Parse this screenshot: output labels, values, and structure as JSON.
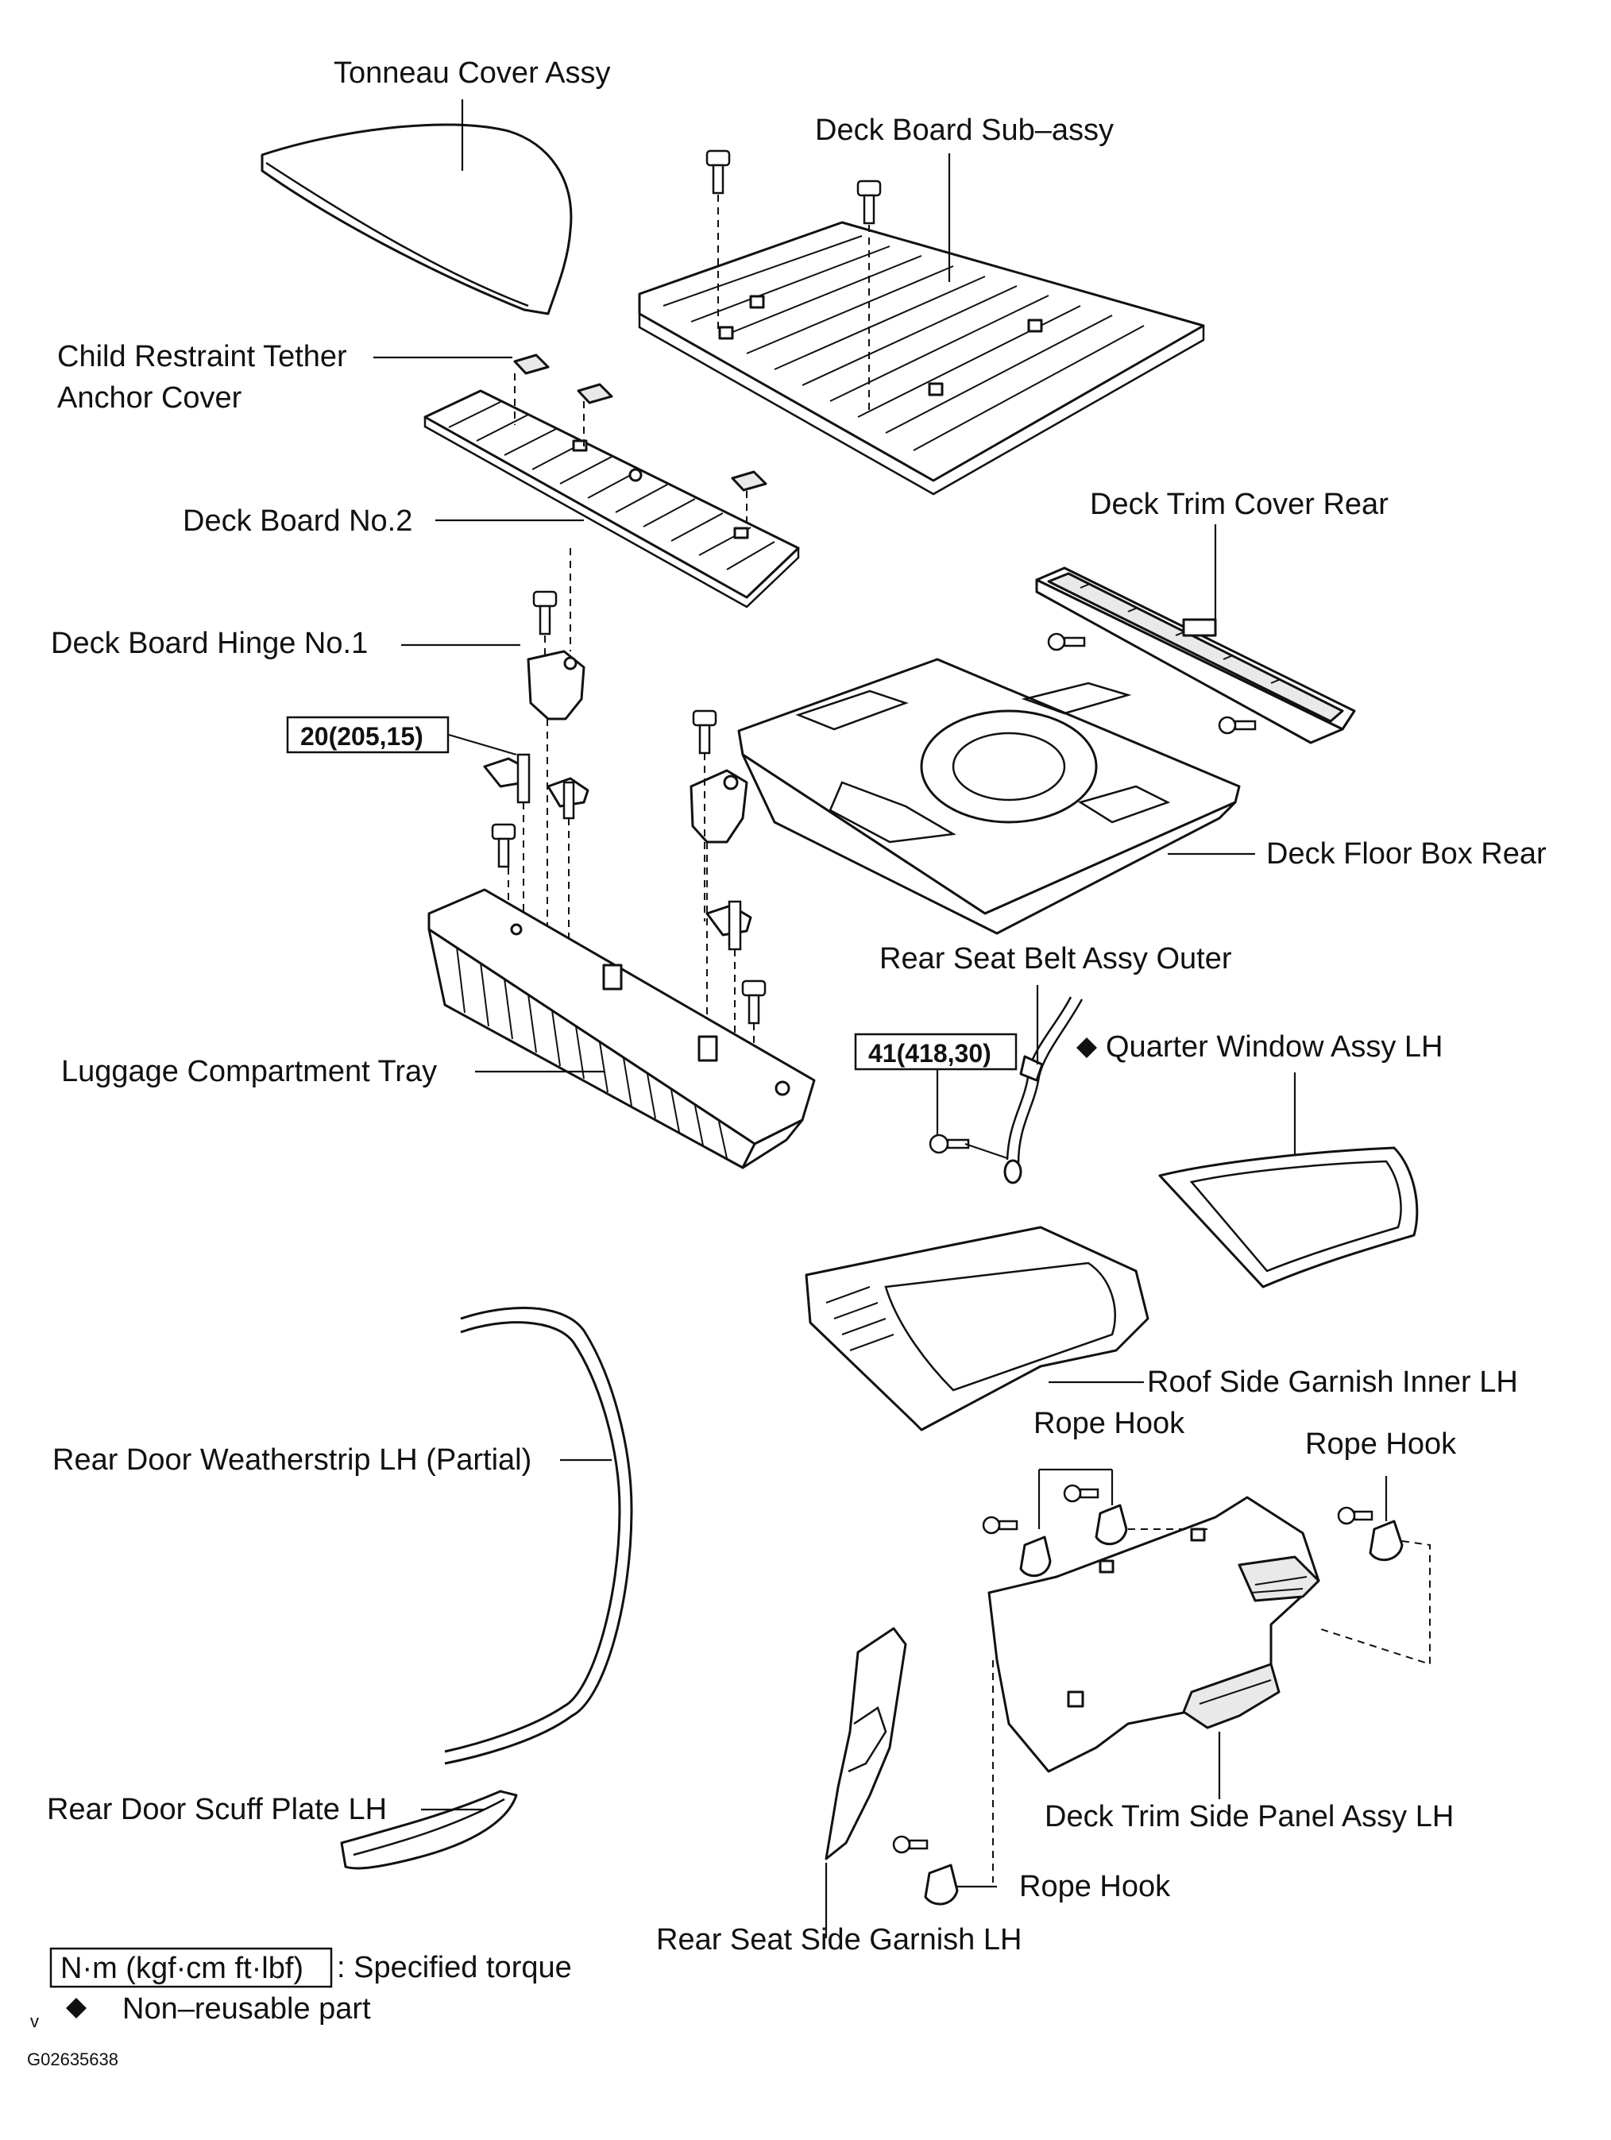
{
  "labels": {
    "tonneau_cover": "Tonneau Cover Assy",
    "deck_board_sub": "Deck Board Sub–assy",
    "child_restraint_1": "Child Restraint Tether",
    "child_restraint_2": "Anchor Cover",
    "deck_board_no2": "Deck Board No.2",
    "deck_trim_cover_rear": "Deck Trim Cover Rear",
    "deck_board_hinge": "Deck Board Hinge No.1",
    "deck_floor_box_rear": "Deck Floor Box Rear",
    "rear_seat_belt": "Rear Seat Belt Assy Outer",
    "quarter_window": "Quarter Window Assy LH",
    "luggage_tray": "Luggage Compartment Tray",
    "roof_side_garnish": "Roof Side Garnish Inner LH",
    "rope_hook_1": "Rope Hook",
    "rope_hook_2": "Rope Hook",
    "rope_hook_3": "Rope Hook",
    "rear_door_weatherstrip": "Rear Door Weatherstrip LH (Partial)",
    "deck_trim_side_panel": "Deck Trim Side Panel Assy LH",
    "rear_door_scuff": "Rear Door Scuff Plate LH",
    "rear_seat_side_garnish": "Rear Seat Side Garnish LH"
  },
  "torque": {
    "hinge": "20(205,15)",
    "belt": "41(418,30)"
  },
  "legend": {
    "unit_box": "N·m (kgf·cm ft·lbf)",
    "unit_text": ": Specified torque",
    "diamond": "◆",
    "nonreusable": "Non–reusable part",
    "small_mark": "v"
  },
  "figure_code": "G02635638",
  "icons": {
    "non_reusable": "diamond-icon",
    "fastener": "bolt-icon"
  }
}
